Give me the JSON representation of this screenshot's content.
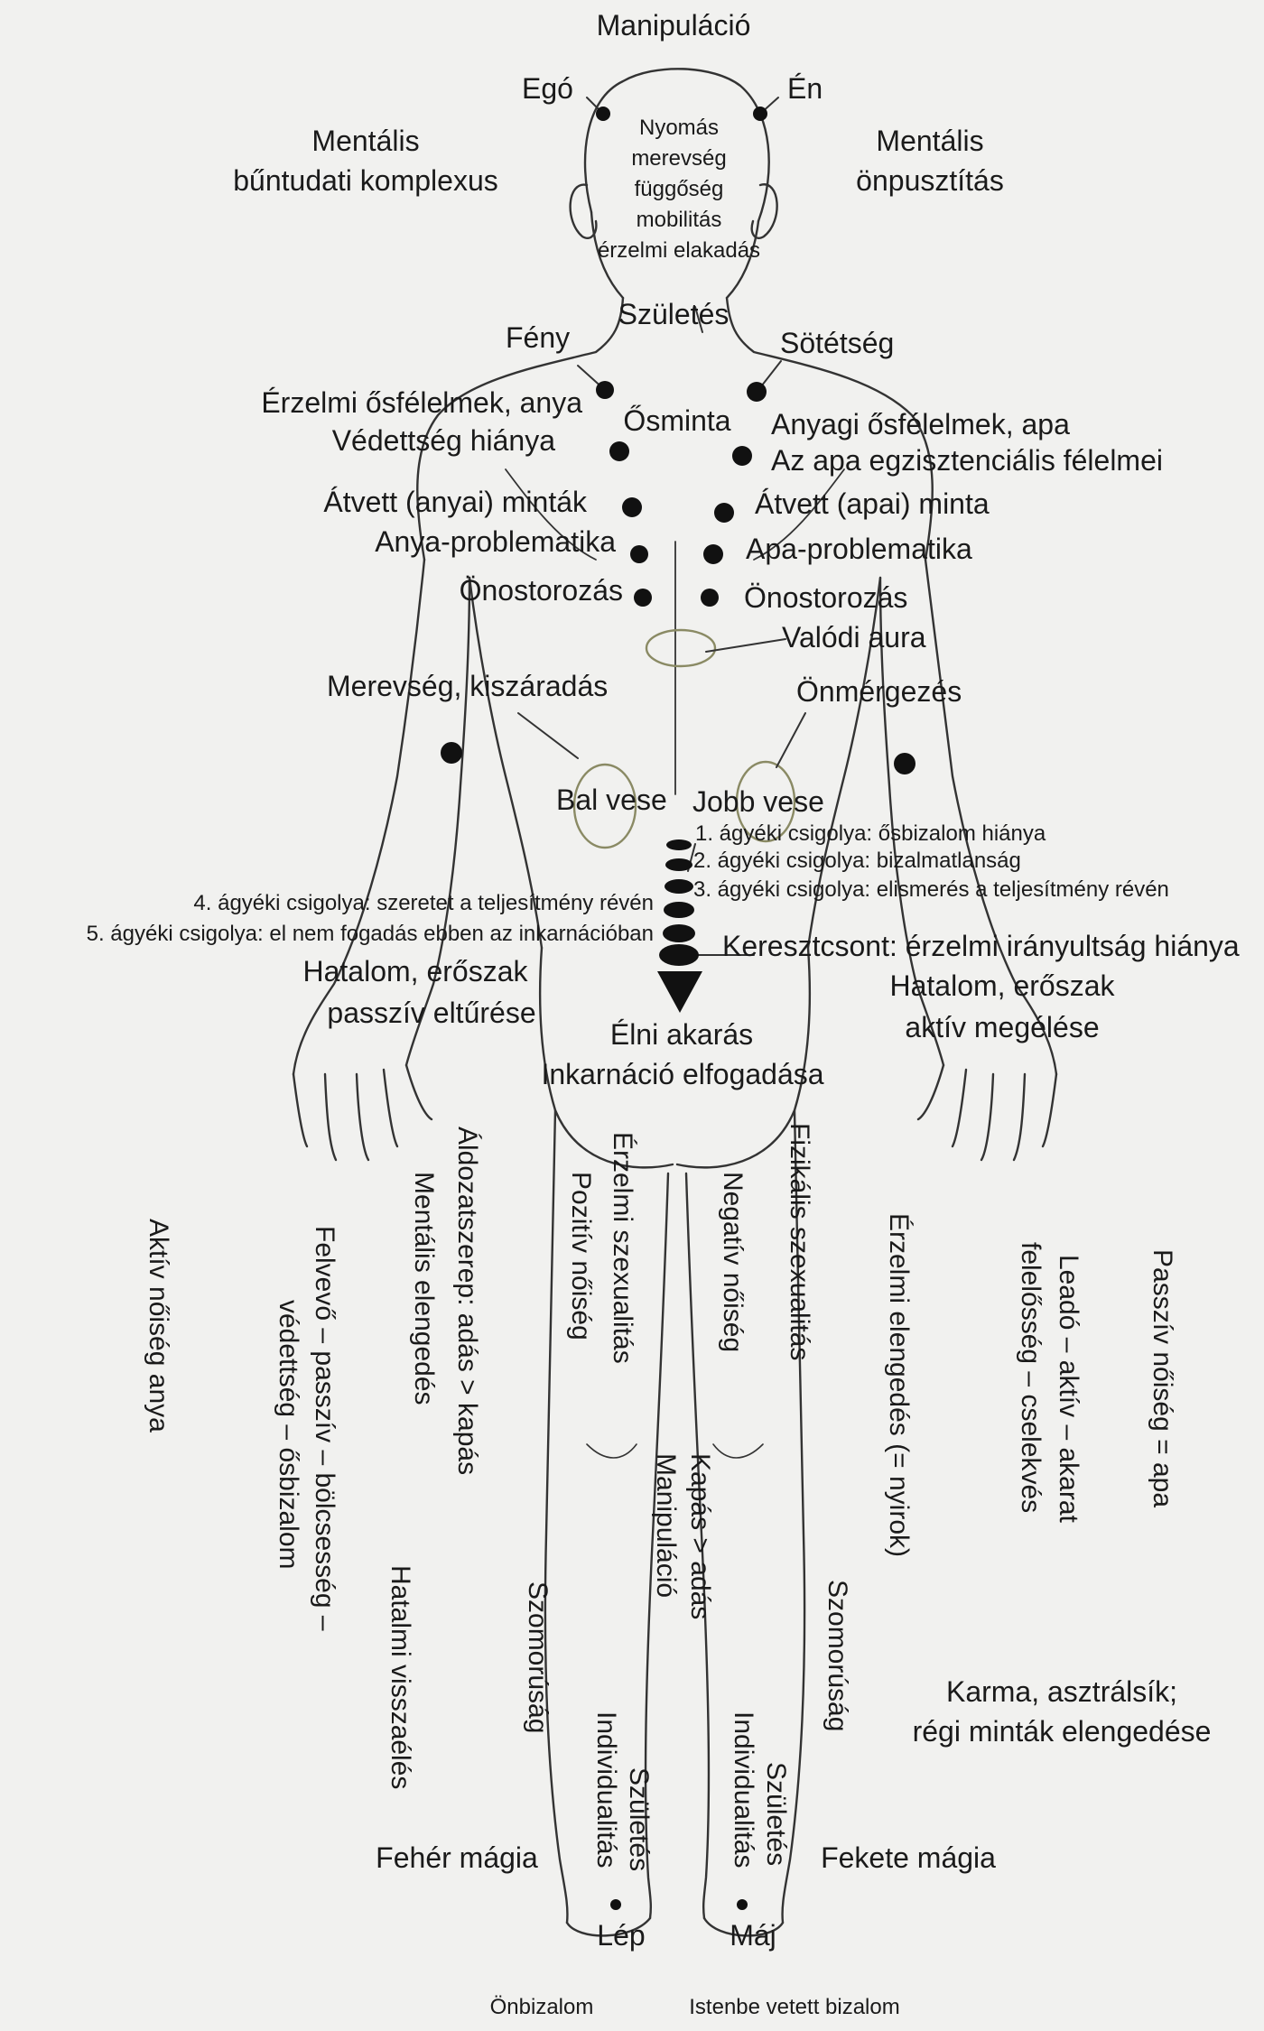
{
  "top": {
    "manipulacio": "Manipuláció",
    "ego": "Egó",
    "en": "Én",
    "mentalis_left_1": "Mentális",
    "mentalis_left_2": "bűntudati komplexus",
    "mentalis_right_1": "Mentális",
    "mentalis_right_2": "önpusztítás",
    "head_text": [
      "Nyomás",
      "merevség",
      "függőség",
      "mobilitás",
      "érzelmi elakadás"
    ]
  },
  "neck": {
    "szuletes": "Születés",
    "feny": "Fény",
    "sotetseg": "Sötétség"
  },
  "chest_left": {
    "osfelelmek_anya": "Érzelmi ősfélelmek, anya",
    "vedettseg": "Védettség hiánya",
    "atvett_anyai": "Átvett (anyai) minták",
    "anya_problematika": "Anya-problematika",
    "onostorozas": "Önostorozás"
  },
  "chest_center": {
    "osminta": "Ősminta"
  },
  "chest_right": {
    "osfelelmek_apa": "Anyagi ősfélelmek, apa",
    "egzisztencialis": "Az apa egzisztenciális félelmei",
    "atvett_apai": "Átvett (apai) minta",
    "apa_problematika": "Apa-problematika",
    "onostorozas": "Önostorozás",
    "valodi_aura": "Valódi aura"
  },
  "kidneys": {
    "merevseg": "Merevség, kiszáradás",
    "onmergezes": "Önmérgezés",
    "bal_vese": "Bal vese",
    "jobb_vese": "Jobb vese"
  },
  "vertebrae": {
    "v1": "1. ágyéki csigolya: ősbizalom hiánya",
    "v2": "2. ágyéki csigolya: bizalmatlanság",
    "v3": "3. ágyéki csigolya: elismerés a teljesítmény révén",
    "v4": "4. ágyéki csigolya: szeretet a teljesítmény révén",
    "v5": "5. ágyéki csigolya: el nem fogadás ebben az inkarnációban",
    "keresztcsont": "Keresztcsont: érzelmi irányultság hiánya"
  },
  "hands": {
    "passziv_1": "Hatalom, erőszak",
    "passziv_2": "passzív eltűrése",
    "aktiv_1": "Hatalom, erőszak",
    "aktiv_2": "aktív megélése"
  },
  "pelvis": {
    "elni_akaras": "Élni akarás",
    "inkarnacio": "Inkarnáció elfogadása"
  },
  "legs_vertical": {
    "aktiv_noiseg": "Aktív nőiség anya",
    "felvevo_1": "Felvevő – passzív – bölcsesség –",
    "felvevo_2": "védettség – ősbizalom",
    "hatalmi": "Hatalmi visszaélés",
    "mentalis_elengedes": "Mentális elengedés",
    "aldozatszerep": "Áldozatszerep: adás > kapás",
    "szomorusag_left": "Szomorúság",
    "erzelmi_szexualitas": "Érzelmi szexualitás",
    "pozitiv_noiseg": "Pozitív nőiség",
    "individualitas_left": "Individualitás",
    "szuletes_left": "Születés",
    "kapas_1": "Kapás > adás",
    "kapas_2": "Manipuláció",
    "negativ_noiseg": "Negatív nőiség",
    "individualitas_right": "Individualitás",
    "szuletes_right": "Születés",
    "fizikalis": "Fizikális szexualitás",
    "erzelmi_elengedes": "Érzelmi elengedés (= nyirok)",
    "szomorusag_right": "Szomorúság",
    "leado_1": "Leadó – aktív – akarat",
    "leado_2": "felelősség – cselekvés",
    "passziv_noiseg": "Passzív nőiség = apa"
  },
  "bottom": {
    "karma_1": "Karma, asztrálsík;",
    "karma_2": "régi minták elengedése",
    "feher_magia": "Fehér mágia",
    "fekete_magia": "Fekete mágia",
    "lep": "Lép",
    "maj": "Máj",
    "onbizalom": "Önbizalom",
    "istenbe": "Istenbe vetett bizalom"
  }
}
